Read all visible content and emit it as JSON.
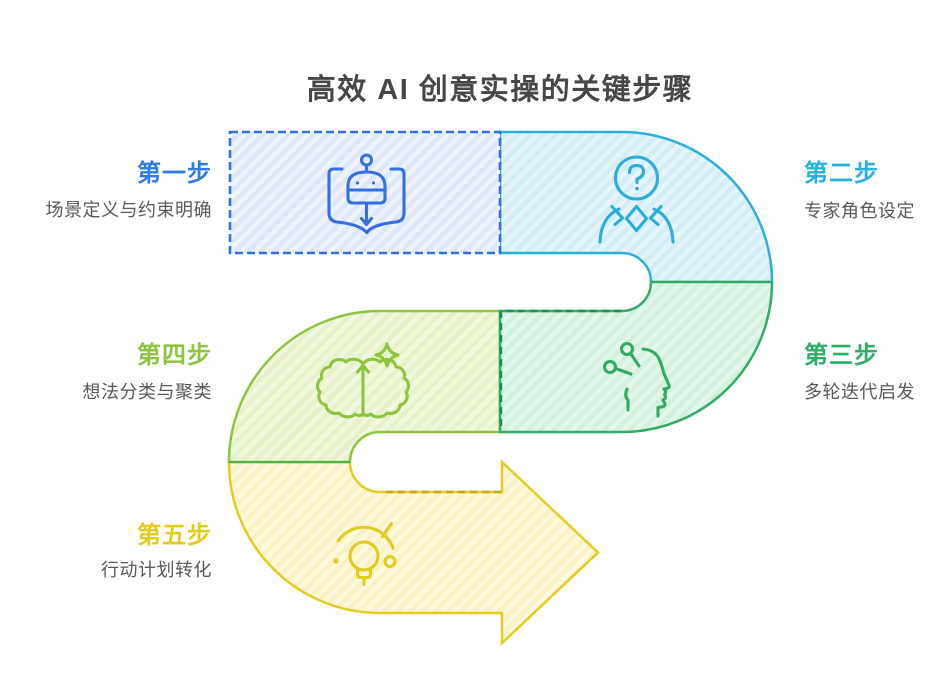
{
  "title": "高效 AI 创意实操的关键步骤",
  "steps": [
    {
      "label": "第一步",
      "desc": "场景定义与约束明确",
      "accent": "#2f7ce0",
      "icon": "book-robot-icon",
      "side": "left"
    },
    {
      "label": "第二步",
      "desc": "专家角色设定",
      "accent": "#29b2e0",
      "icon": "expert-question-icon",
      "side": "right"
    },
    {
      "label": "第三步",
      "desc": "多轮迭代启发",
      "accent": "#2fae68",
      "icon": "profile-ideas-icon",
      "side": "right"
    },
    {
      "label": "第四步",
      "desc": "想法分类与聚类",
      "accent": "#8cc540",
      "icon": "brain-sparkle-icon",
      "side": "left"
    },
    {
      "label": "第五步",
      "desc": "行动计划转化",
      "accent": "#e3cb1e",
      "icon": "bulb-refresh-icon",
      "side": "left"
    }
  ],
  "palette": {
    "title_text": "#474747",
    "desc_text": "#595959",
    "step1_stroke": "#3470e4",
    "step1_fill": "#eaf1fd",
    "step2_stroke": "#2aaede",
    "step2_fill": "#e3f4fb",
    "step3_stroke": "#2fad63",
    "step3_fill": "#e2f6ea",
    "step4_stroke": "#8fc43e",
    "step4_fill": "#f0f7dd",
    "step5_stroke": "#e4cb1e",
    "step5_fill": "#fdf9dd"
  }
}
